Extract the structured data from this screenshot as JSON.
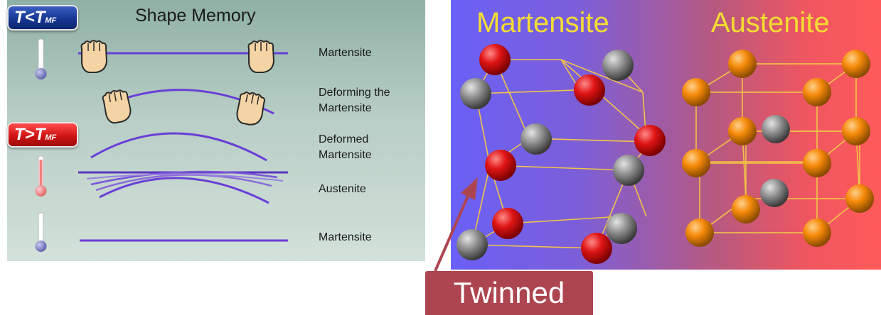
{
  "left_panel": {
    "title": "Shape Memory",
    "badge_cold": {
      "main": "T<T",
      "sub": "MF"
    },
    "badge_hot": {
      "main": "T>T",
      "sub": "MF"
    },
    "steps": [
      {
        "line1": "Martensite",
        "line2": ""
      },
      {
        "line1": "Deforming the",
        "line2": "Martensite"
      },
      {
        "line1": "Deformed",
        "line2": "Martensite"
      },
      {
        "line1": "Austenite",
        "line2": ""
      },
      {
        "line1": "Martensite",
        "line2": ""
      }
    ]
  },
  "right_panel": {
    "phase_left": "Martensite",
    "phase_right": "Austenite"
  },
  "callout": {
    "label": "Twinned"
  },
  "colors": {
    "wire": "#6a3fd6",
    "hand": "#f4d3a4",
    "atom_red": "#e01515",
    "atom_gray": "#8c8c8c",
    "atom_orange": "#f58a0a",
    "lattice": "#f2c447",
    "phase_title": "#f4dc33",
    "callout_bg": "#ad4551"
  }
}
